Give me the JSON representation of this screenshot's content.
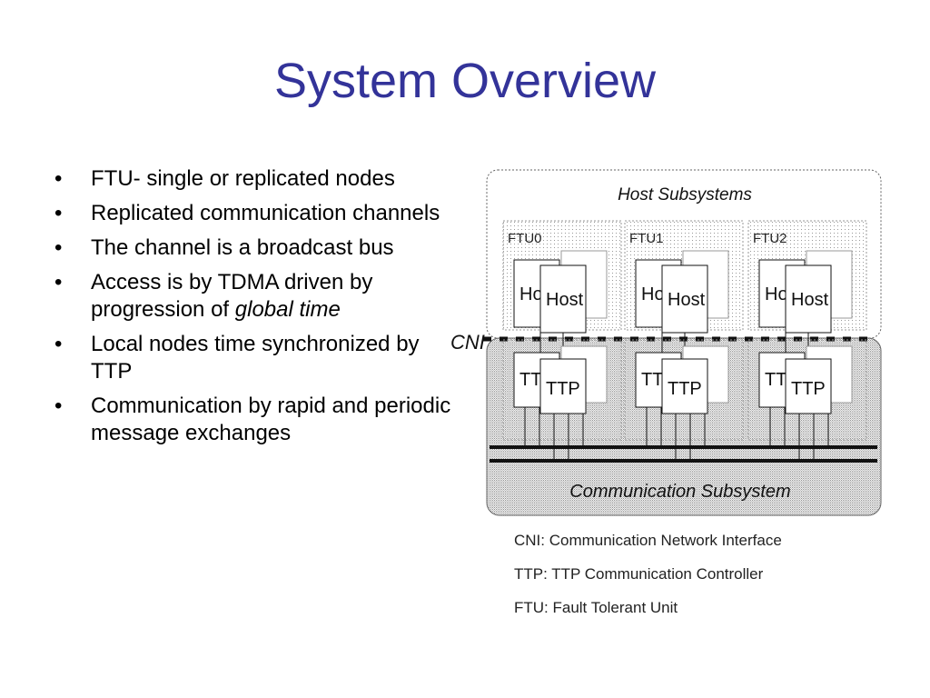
{
  "slide": {
    "title": "System Overview",
    "bullets": [
      "FTU- single or replicated nodes",
      "Replicated communication channels",
      "The channel is a broadcast bus",
      "Access is by TDMA driven by progression of",
      "Local nodes time synchronized by TTP",
      "Communication by rapid and periodic message exchanges"
    ],
    "bullet4_italic": "global time",
    "colors": {
      "title": "#333399"
    }
  },
  "diagram": {
    "host_subsystems": "Host Subsystems",
    "communication_subsystem": "Communication Subsystem",
    "cni_label": "CNI",
    "ftu_labels": [
      "FTU0",
      "FTU1",
      "FTU2"
    ],
    "host_label": "Host",
    "ttp_label": "TTP",
    "legend": [
      "CNI: Communication Network Interface",
      "TTP: TTP Communication Controller",
      "FTU: Fault Tolerant Unit"
    ]
  }
}
